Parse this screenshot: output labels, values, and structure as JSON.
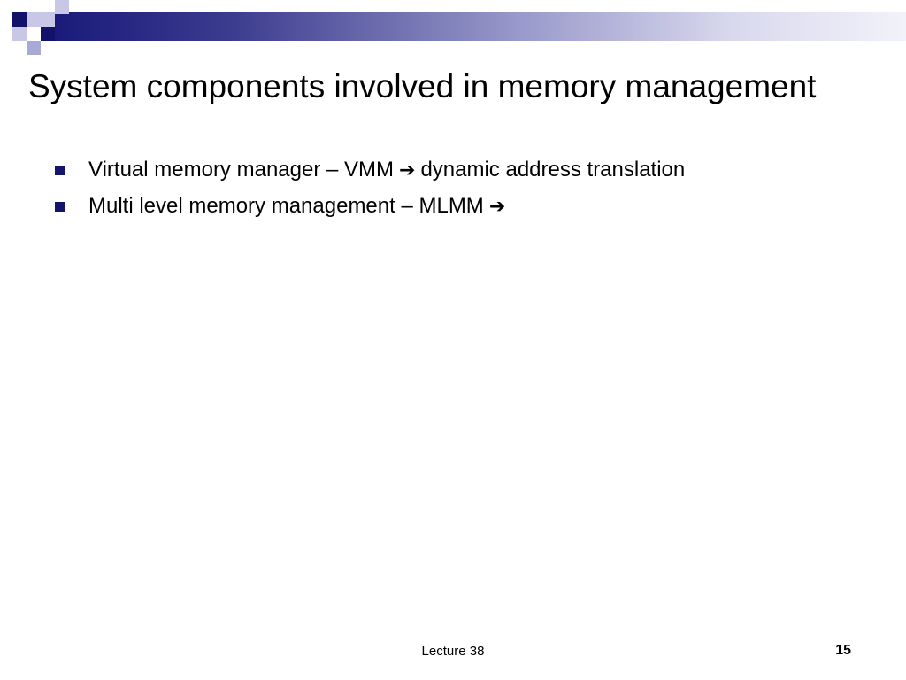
{
  "slide": {
    "title": "System components involved in memory management",
    "bullets": [
      {
        "lead": "Virtual memory manager – VMM",
        "arrow": "➔",
        "tail": "dynamic address translation"
      },
      {
        "lead": "Multi level memory management – MLMM",
        "arrow": "➔",
        "tail": ""
      }
    ]
  },
  "footer": {
    "center": "Lecture 38",
    "page_number": "15"
  },
  "colors": {
    "accent_dark": "#12126b",
    "accent_light": "#c8c8e6"
  }
}
